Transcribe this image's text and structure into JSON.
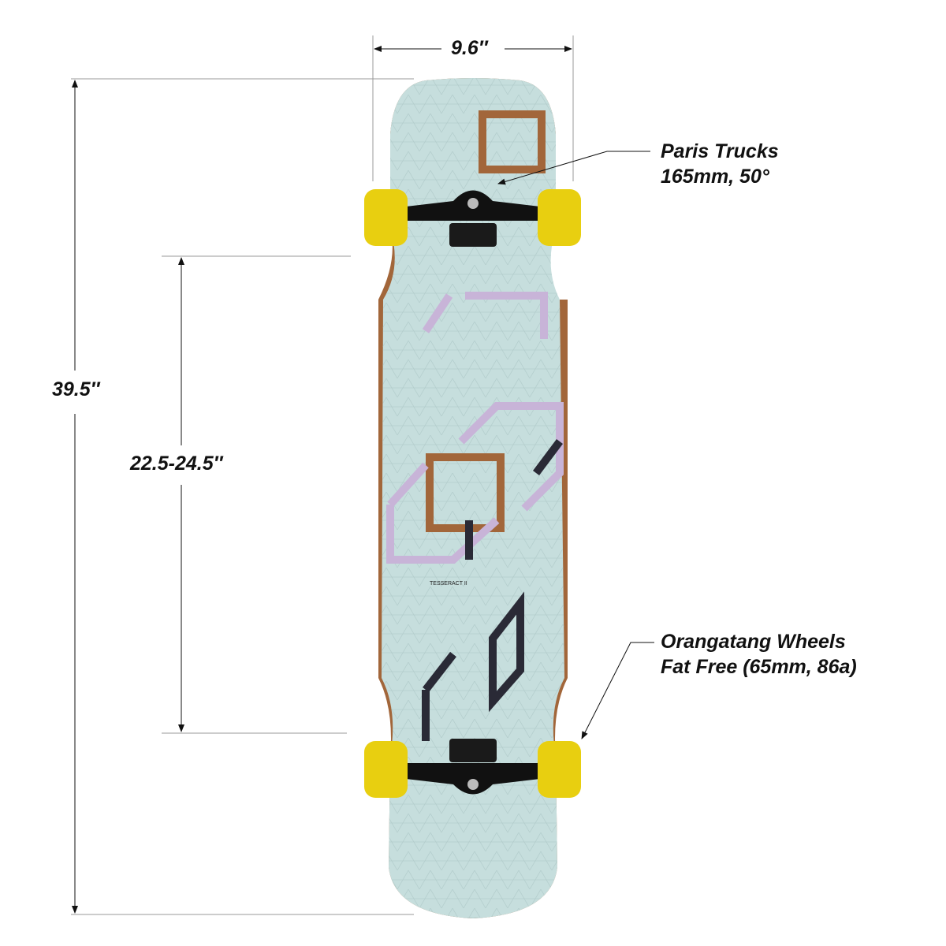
{
  "dimensions": {
    "width": "9.6″",
    "length": "39.5″",
    "wheelbase": "22.5-24.5″"
  },
  "callouts": {
    "trucks": {
      "line1": "Paris Trucks",
      "line2": "165mm, 50°"
    },
    "wheels": {
      "line1": "Orangatang Wheels",
      "line2": "Fat Free (65mm, 86a)"
    }
  },
  "deck": {
    "model": "TESSERACT II"
  },
  "colors": {
    "deck": "#c6dedd",
    "wheel": "#e8cf10",
    "wood": "#a2663a",
    "cube_lilac": "#c8b4d8",
    "cube_dark": "#2a2a36"
  }
}
